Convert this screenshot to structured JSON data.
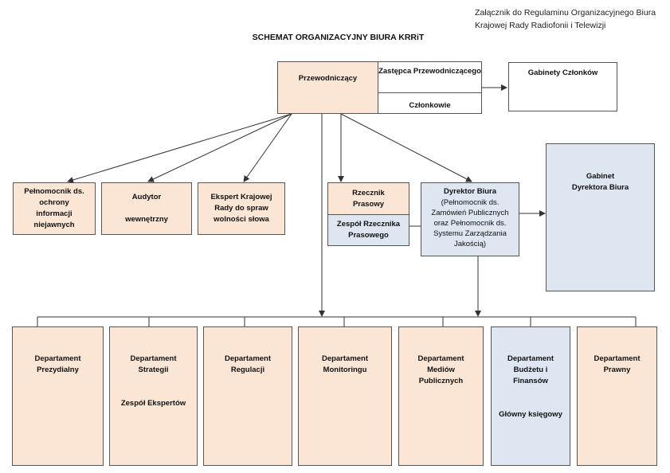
{
  "header": {
    "annex_line1": "Załącznik do Regulaminu Organizacyjnego Biura",
    "annex_line2": "Krajowej Rady Radiofonii i Telewizji",
    "title": "SCHEMAT ORGANIZACYJNY BIURA KRRiT"
  },
  "top": {
    "chairman": "Przewodniczący",
    "deputy": "Zastępca Przewodniczącego",
    "members": "Członkowie",
    "cabinets": "Gabinety Członków"
  },
  "middle": {
    "classified_rep": "Pełnomocnik ds.\nochrony\ninformacji\nniejawnych",
    "auditor": "Audytor\n\nwewnętrzny",
    "expert": "Ekspert Krajowej\nRady do spraw\nwolności słowa",
    "spokesman": "Rzecznik\nPrasowy",
    "spokesman_team": "Zespół Rzecznika\nPrasowego",
    "director_title": "Dyrektor Biura",
    "director_detail": "(Pełnomocnik ds.\nZamówień Publicznych\noraz Pełnomocnik ds.\nSystemu Zarządzania\nJakością)",
    "director_cabinet": "Gabinet\nDyrektora Biura"
  },
  "departments": [
    {
      "name": "Departament\nPrezydialny",
      "sub": ""
    },
    {
      "name": "Departament\nStrategii",
      "sub": "Zespół Ekspertów"
    },
    {
      "name": "Departament\nRegulacji",
      "sub": ""
    },
    {
      "name": "Departament\nMonitoringu",
      "sub": ""
    },
    {
      "name": "Departament\nMediów\nPublicznych",
      "sub": ""
    },
    {
      "name": "Departament\nBudżetu i\nFinansów",
      "sub": "Główny księgowy"
    },
    {
      "name": "Departament\nPrawny",
      "sub": ""
    }
  ],
  "colors": {
    "peach": "#fbe6d6",
    "blue": "#dde6f1",
    "line": "#333333"
  }
}
